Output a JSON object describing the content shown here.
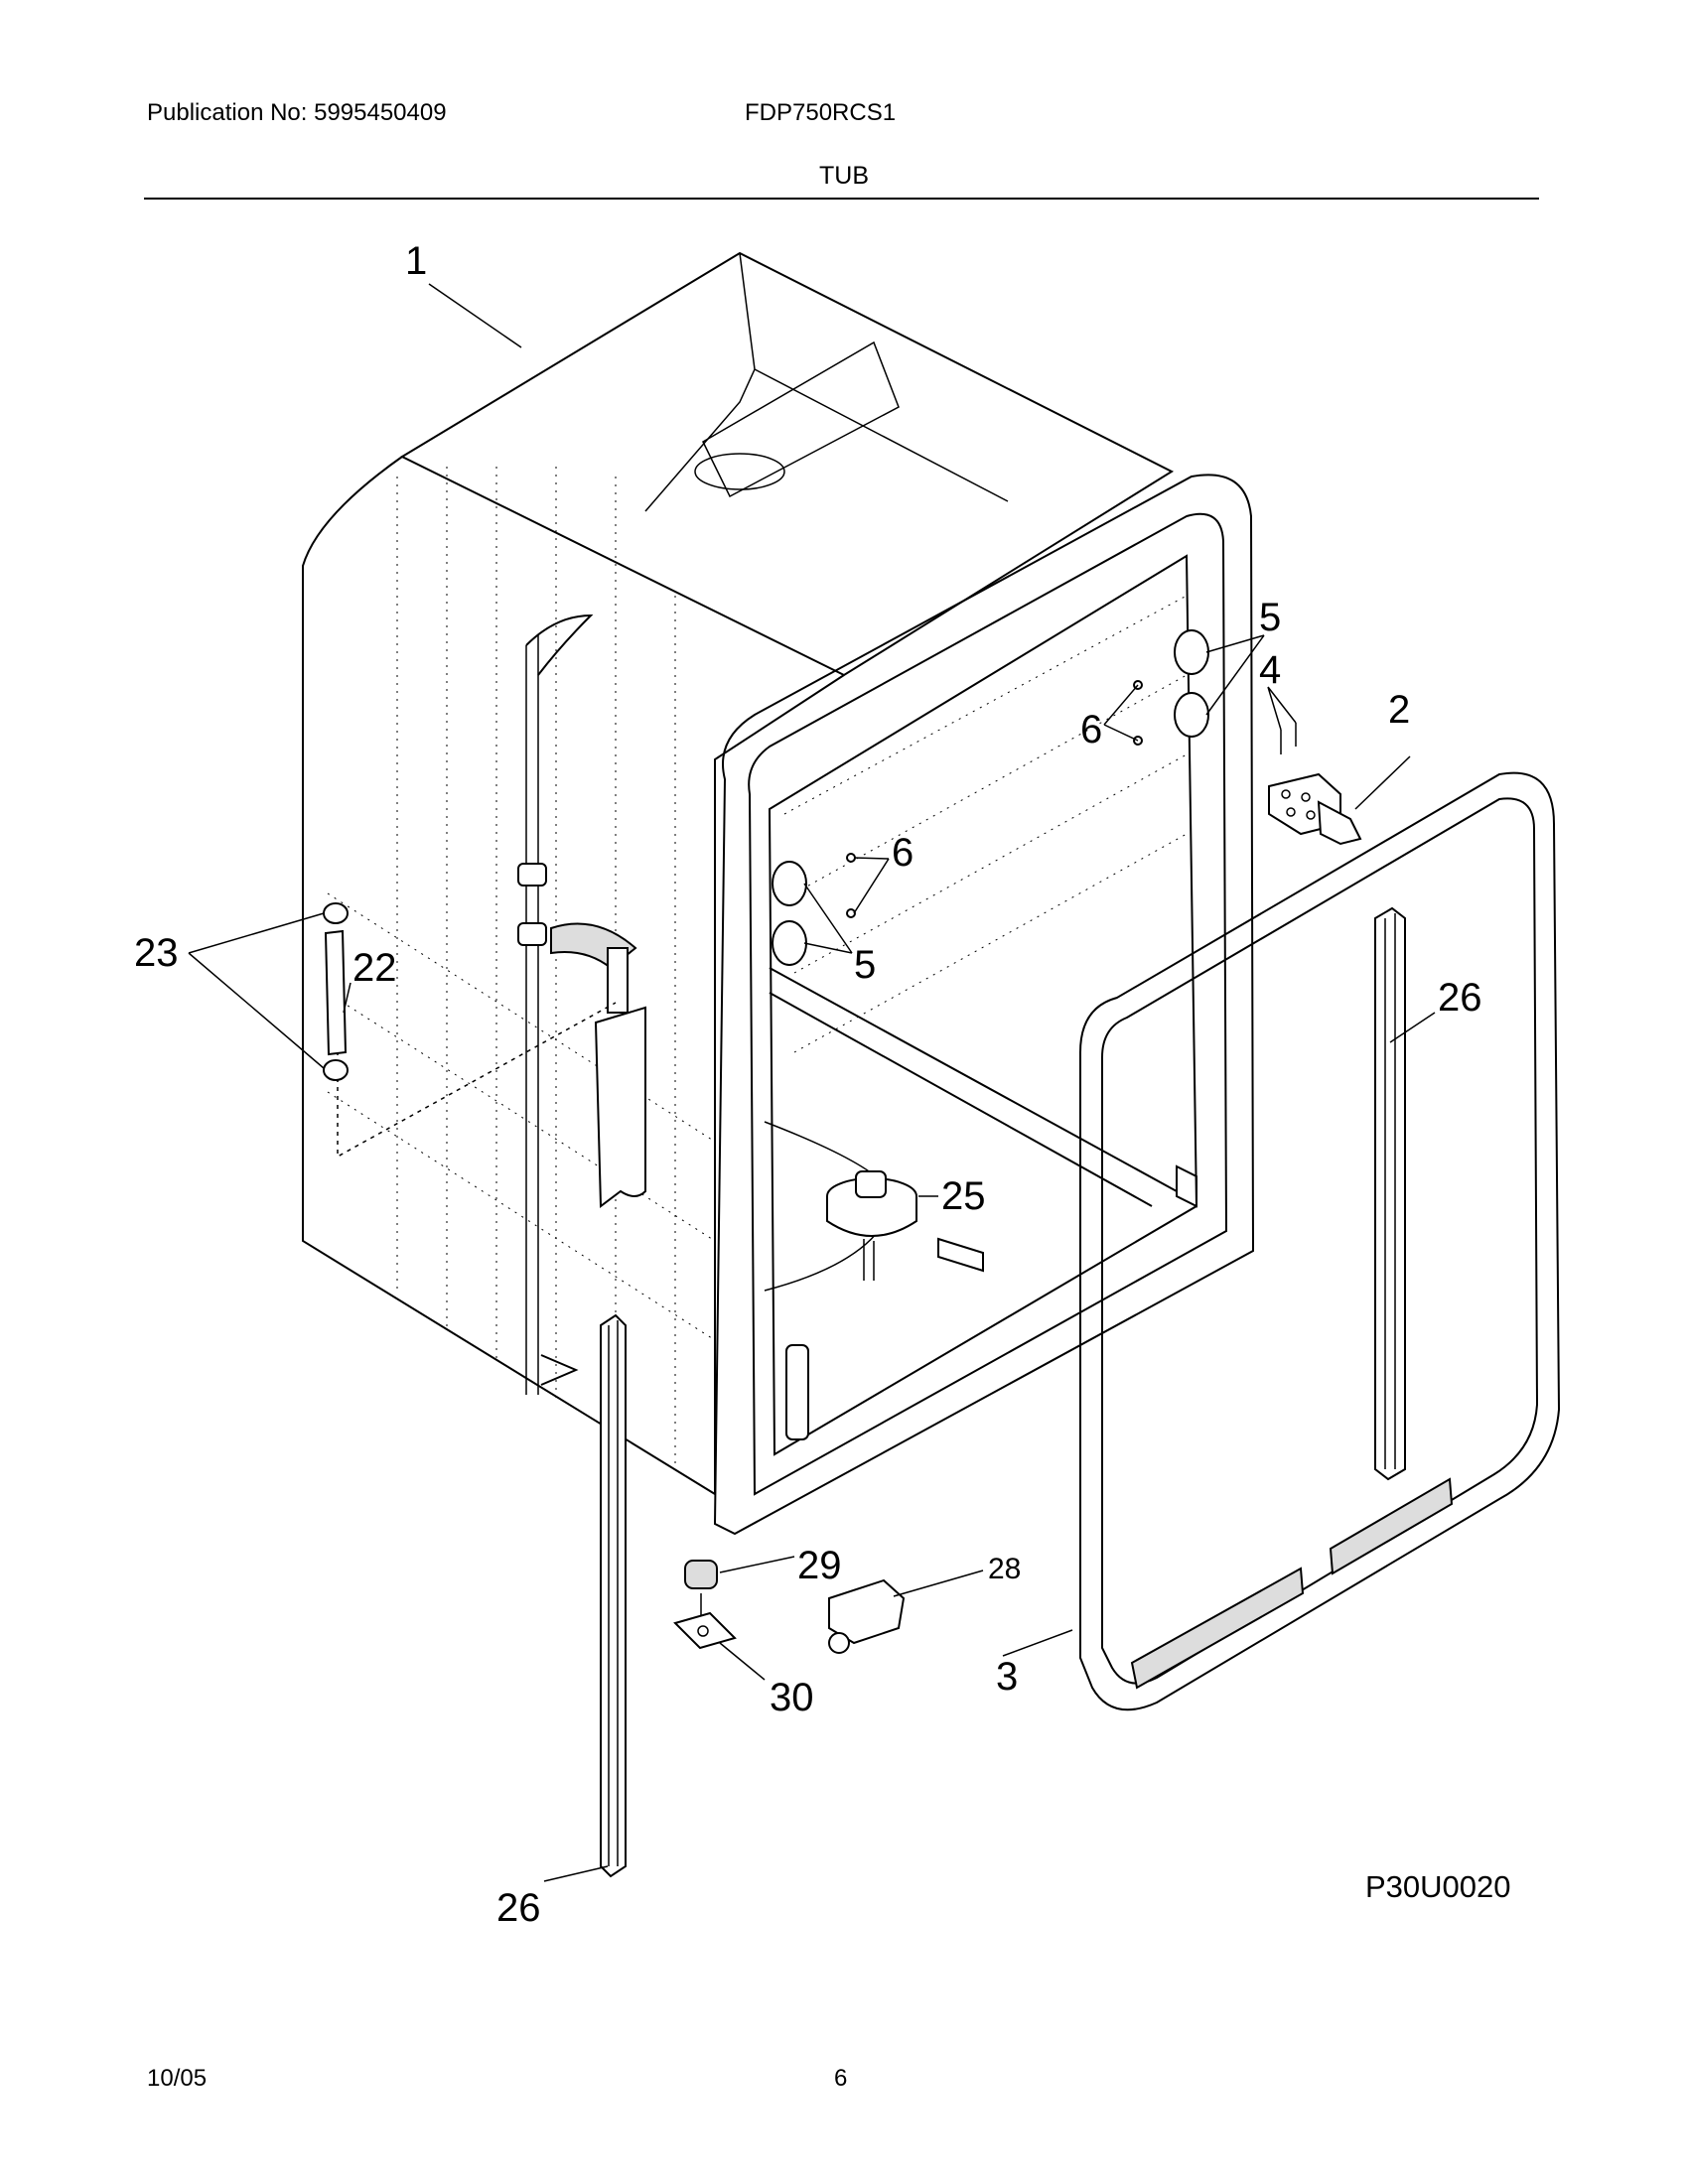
{
  "header": {
    "publication": "Publication No: 5995450409",
    "model": "FDP750RCS1",
    "section": "TUB"
  },
  "diagram": {
    "drawing_code": "P30U0020",
    "callouts": {
      "c1": "1",
      "c2": "2",
      "c3": "3",
      "c4": "4",
      "c5a": "5",
      "c5b": "5",
      "c6a": "6",
      "c6b": "6",
      "c22": "22",
      "c23": "23",
      "c25": "25",
      "c26a": "26",
      "c26b": "26",
      "c28": "28",
      "c29": "29",
      "c30": "30"
    }
  },
  "footer": {
    "date": "10/05",
    "page": "6"
  }
}
